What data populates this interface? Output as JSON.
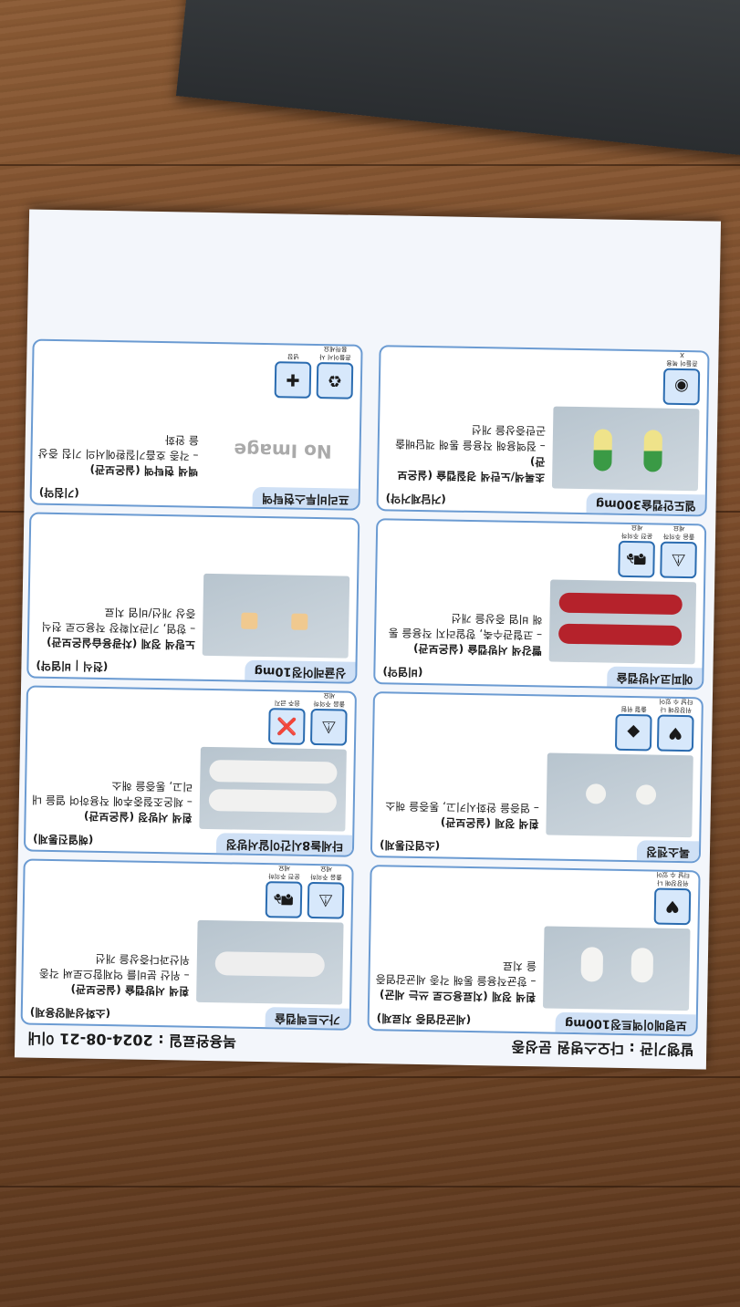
{
  "header": {
    "issuer": "발행기관 : 다오스병원 문성종",
    "until": "복용완료일 : 2024-08-21 이내"
  },
  "medicines": [
    {
      "name": "보령메이액트정100mg",
      "category": "(세균감염증 치료제)",
      "desc1": "흰색 정제 (치료용으로 쓰는 세균)",
      "desc2": "– 항균작용을 통해 각종 세균감염증을 치료",
      "icons": [
        "위장장애 나타날 수 있어요"
      ]
    },
    {
      "name": "가스트렉캡슐",
      "category": "(소화성궤양용제)",
      "desc1": "흰색 서방캡슐 (실온보관)",
      "desc2": "– 위산 분비를 억제함으로써 각종 위산과다증상을 개선",
      "icons": [
        "졸음 주의하세요",
        "운전 주의하세요"
      ]
    },
    {
      "name": "록소젠정",
      "category": "(소염진통제)",
      "desc1": "흰색 정제 (실온보관)",
      "desc2": "– 염증을 완화시키고, 통증을 해소",
      "icons": [
        "위장장애 나타날 수 있어요",
        "출혈 위험"
      ]
    },
    {
      "name": "타세놀8시간이알서방정",
      "category": "(해열진통제)",
      "desc1": "흰색 서방정 (실온보관)",
      "desc2": "– 체온조절중추에 작용하여 열을 내리고, 통증을 해소",
      "icons": [
        "졸음 주의하세요",
        "음주 금지"
      ]
    },
    {
      "name": "에피코서방캡슐",
      "category": "(비염약)",
      "desc1": "빨강색 서방캡슐 (실온보관)",
      "desc2": "– 코혈관수축, 항알러지 작용을 통해 비염 증상을 개선",
      "icons": [
        "졸음 주의하세요",
        "운전 주의하세요"
      ]
    },
    {
      "name": "싱귤레어정10mg",
      "category": "(천식 | 비염약)",
      "desc1": "노랑색 정제 (차광용습실온보관)",
      "desc2": "– 항염, 기관지확장 작용으로 천식 증상 개선/비염 치료",
      "icons": []
    },
    {
      "name": "엘도안캡슐300mg",
      "category": "(거담제거약)",
      "desc1": "초록색/노란색 경질캡슐 (실온보관)",
      "desc2": "– 점액용해 작용을 통해 객담배출 곤란증상을 개선",
      "icons": [
        "흔들어 복용 X"
      ]
    },
    {
      "name": "프리비투스현탁액",
      "category": "(기침약)",
      "desc1": "백색 현탁액 (실온보관)",
      "desc2": "– 각종 호흡기질환에서의 기침 증상을 완화",
      "icons": [
        "흔들어서 사용하세요",
        "냉장"
      ],
      "no_image": "No Image"
    }
  ]
}
